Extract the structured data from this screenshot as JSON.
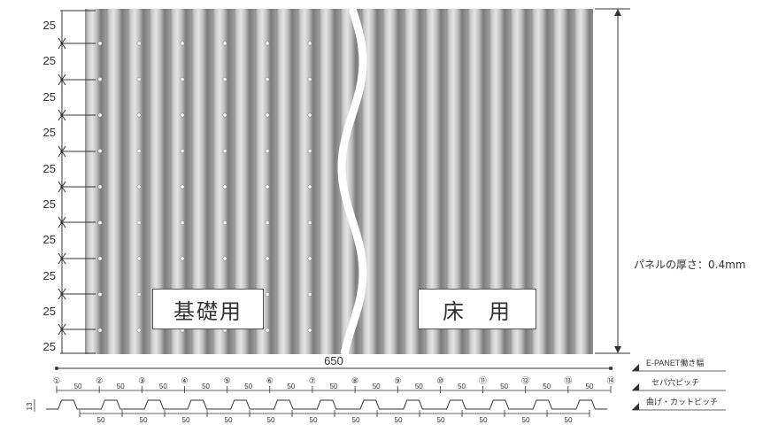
{
  "row_pitches": [
    "25",
    "25",
    "25",
    "25",
    "25",
    "25",
    "25",
    "25",
    "25"
  ],
  "panel_labels": {
    "foundation": "基礎用",
    "floor": "床　用"
  },
  "thickness_label": "パネルの厚さ：0.4mm",
  "total_width": "650",
  "hole_numbers": [
    "①",
    "②",
    "③",
    "④",
    "⑤",
    "⑥",
    "⑦",
    "⑧",
    "⑨",
    "⑩",
    "⑪",
    "⑫",
    "⑬",
    "⑭"
  ],
  "hole_pitch": "50",
  "bend_pitch": "50",
  "profile_height": "13",
  "legend": {
    "working_width": "E-PANET働き幅",
    "hole_pitch": "セパ穴ピッチ",
    "bend_cut_pitch": "曲げ・カットピッチ"
  }
}
